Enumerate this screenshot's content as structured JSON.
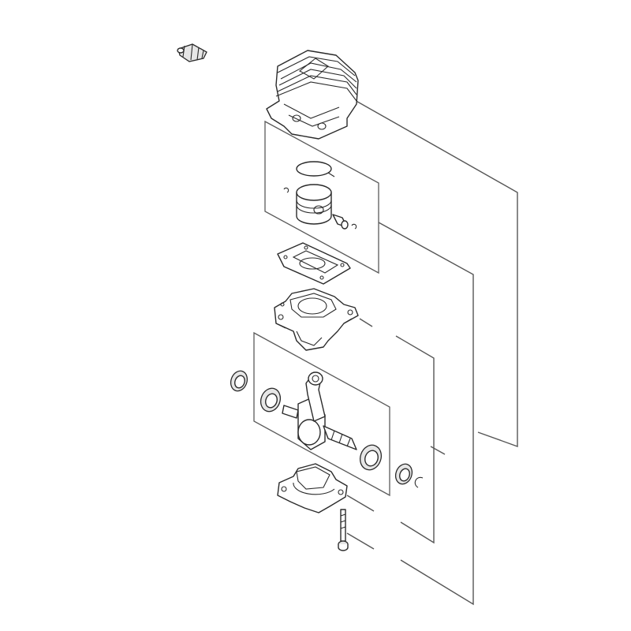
{
  "diagram": {
    "type": "exploded-parts-view",
    "colors": {
      "line": "#555555",
      "part_outline": "#2a2a2a",
      "background": "#ffffff"
    },
    "parts": [
      {
        "name": "spark-plug"
      },
      {
        "name": "cylinder"
      },
      {
        "name": "piston-kit"
      },
      {
        "name": "cylinder-gasket"
      },
      {
        "name": "crankcase-upper"
      },
      {
        "name": "oil-seal-left"
      },
      {
        "name": "crankshaft-kit"
      },
      {
        "name": "oil-seal-right"
      },
      {
        "name": "crankcase-lower"
      },
      {
        "name": "bolt"
      }
    ]
  }
}
